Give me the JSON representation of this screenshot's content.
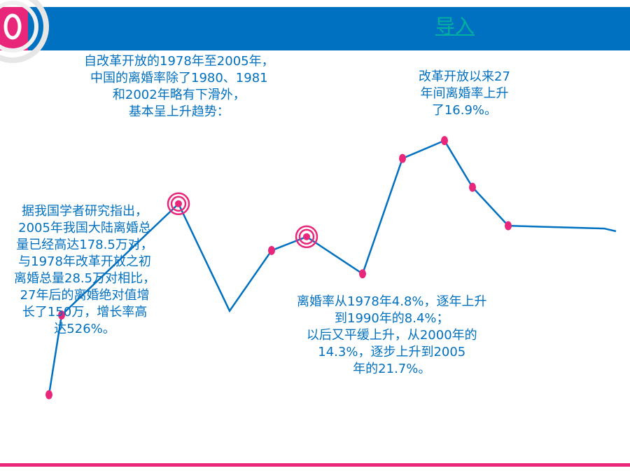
{
  "header": {
    "title": "导入"
  },
  "colors": {
    "header_blue": "#0070c0",
    "accent_pink": "#e8267a",
    "title_teal": "#00b0a0",
    "text_blue": "#0070c0"
  },
  "notes": {
    "top_left": [
      "自改革开放的1978年至2005年，",
      "中国的离婚率除了1980、1981",
      "和2002年略有下滑外，",
      "基本呈上升趋势："
    ],
    "top_right": [
      "改革开放以来27",
      "年间离婚率上升",
      "了16.9%。"
    ],
    "left": [
      "据我国学者研究指出，",
      "2005年我国大陆离婚总",
      "量已经高达178.5万对，",
      "与1978年改革开放之初",
      "离婚总量28.5万对相比，",
      "27年后的离婚绝对值增",
      "长了150万，增长率高",
      "达526%。"
    ],
    "bottom_center": [
      "离婚率从1978年4.8%，逐年上升",
      "到1990年的8.4%；",
      "以后又平缓上升，从2000年的",
      "14.3%，逐步上升到2005",
      "年的21.7%。"
    ]
  },
  "chart_data": {
    "type": "line",
    "title": "",
    "xlabel": "",
    "ylabel": "",
    "grid": false,
    "legend": "none",
    "series": [
      {
        "values": [
          6,
          64,
          145,
          67,
          111,
          121,
          94,
          178,
          191,
          157,
          129,
          127
        ]
      }
    ],
    "markers": [
      true,
      true,
      false,
      false,
      true,
      false,
      true,
      true,
      true,
      true,
      true,
      false
    ],
    "highlighted": [
      false,
      false,
      true,
      false,
      false,
      true,
      false,
      false,
      false,
      false,
      false,
      false
    ]
  }
}
